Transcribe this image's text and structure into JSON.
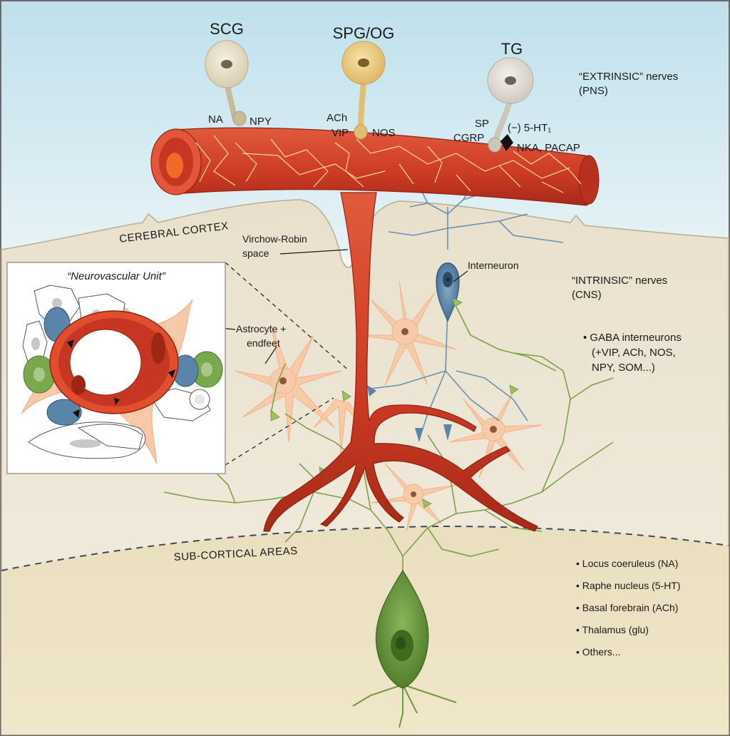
{
  "ganglia": {
    "scg": "SCG",
    "spg": "SPG/OG",
    "tg": "TG"
  },
  "transmitters": {
    "scg_left": "NA",
    "scg_right": "NPY",
    "spg_left_1": "ACh",
    "spg_left_2": "VIP",
    "spg_right": "NOS",
    "tg_left_1": "SP",
    "tg_left_2": "CGRP",
    "tg_right_1": "(−) 5-HT₁",
    "tg_right_2": "NKA, PACAP"
  },
  "extrinsic": {
    "line1": "“EXTRINSIC” nerves",
    "line2": "(PNS)"
  },
  "intrinsic": {
    "line1": "“INTRINSIC” nerves",
    "line2": "(CNS)",
    "bullet_1": "• GABA interneurons",
    "bullet_2": "(+VIP, ACh, NOS,",
    "bullet_3": "NPY, SOM...)"
  },
  "regions": {
    "cortex": "CEREBRAL CORTEX",
    "subcortical": "SUB-CORTICAL AREAS"
  },
  "labels": {
    "virchow_1": "Virchow-Robin",
    "virchow_2": "space",
    "interneuron": "Interneuron",
    "astro_1": "Astrocyte +",
    "astro_2": "endfeet"
  },
  "inset": {
    "title": "“Neurovascular Unit”"
  },
  "subcortical_list": [
    "• Locus coeruleus (NA)",
    "• Raphe nucleus (5-HT)",
    "• Basal forebrain (ACh)",
    "• Thalamus (glu)",
    "• Others..."
  ],
  "colors": {
    "sky": "#cfe6ef",
    "cortex": "#efe7d6",
    "subcortex": "#ece2c4",
    "vessel": "#d4402a",
    "vessel_dark": "#a82a1b",
    "astrocyte": "#f7c9a8",
    "interneuron": "#5a84a8",
    "projection_neuron": "#6e9a3e",
    "nerve_fiber": "#f2d88c"
  }
}
